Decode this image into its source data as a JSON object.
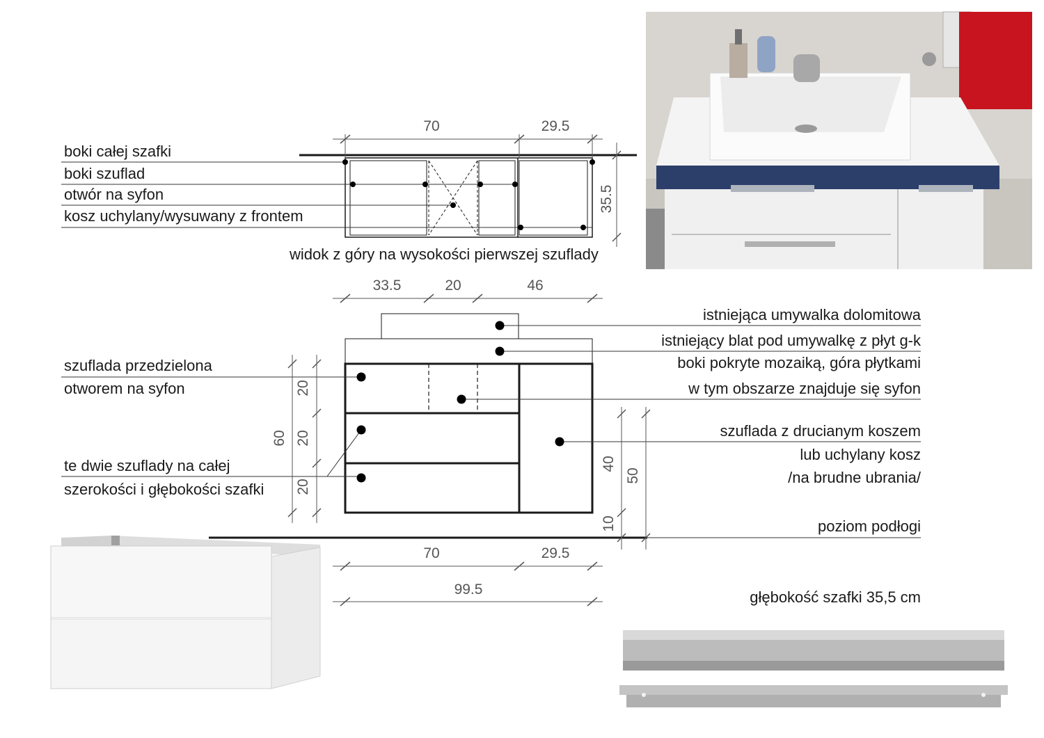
{
  "top_view": {
    "legend": {
      "cabinet_sides": "boki całej szafki",
      "drawer_sides": "boki szuflad",
      "siphon_opening": "otwór na syfon",
      "basket": "kosz uchylany/wysuwany z frontem"
    },
    "caption": "widok z góry na wysokości pierwszej szuflady",
    "dims": {
      "left_width": "70",
      "right_width": "29.5",
      "depth": "35.5"
    }
  },
  "front_view": {
    "top_dims": {
      "a": "33.5",
      "b": "20",
      "c": "46"
    },
    "left_dims": {
      "d1": "20",
      "d2": "20",
      "d3": "20",
      "total": "60"
    },
    "right_dims": {
      "h40": "40",
      "h50": "50",
      "h10": "10"
    },
    "bottom_dims": {
      "w70": "70",
      "w29": "29.5",
      "total": "99.5"
    },
    "labels": {
      "drawer_split_1": "szuflada przedzielona",
      "drawer_split_2": "otworem na syfon",
      "full_drawers_1": "te dwie szuflady na całej",
      "full_drawers_2": "szerokości i głębokości szafki",
      "sink": "istniejąca umywalka dolomitowa",
      "counter": "istniejący blat pod umywalkę z płyt g-k",
      "counter_finish": "boki pokryte mozaiką, góra płytkami",
      "siphon_area": "w tym obszarze znajduje się syfon",
      "wire_drawer_1": "szuflada z drucianym koszem",
      "wire_drawer_2": "lub uchylany kosz",
      "wire_drawer_3": "/na brudne ubrania/",
      "floor": "poziom podłogi",
      "depth_note": "głębokość szafki 35,5 cm"
    }
  },
  "colors": {
    "line": "#1a1a1a",
    "thin_line": "#333333",
    "photo_tile": "#c9c5bf",
    "mosaic_blue": "#2c3f6b",
    "towel_red": "#c8141e",
    "steel": "#bcbcbc"
  }
}
